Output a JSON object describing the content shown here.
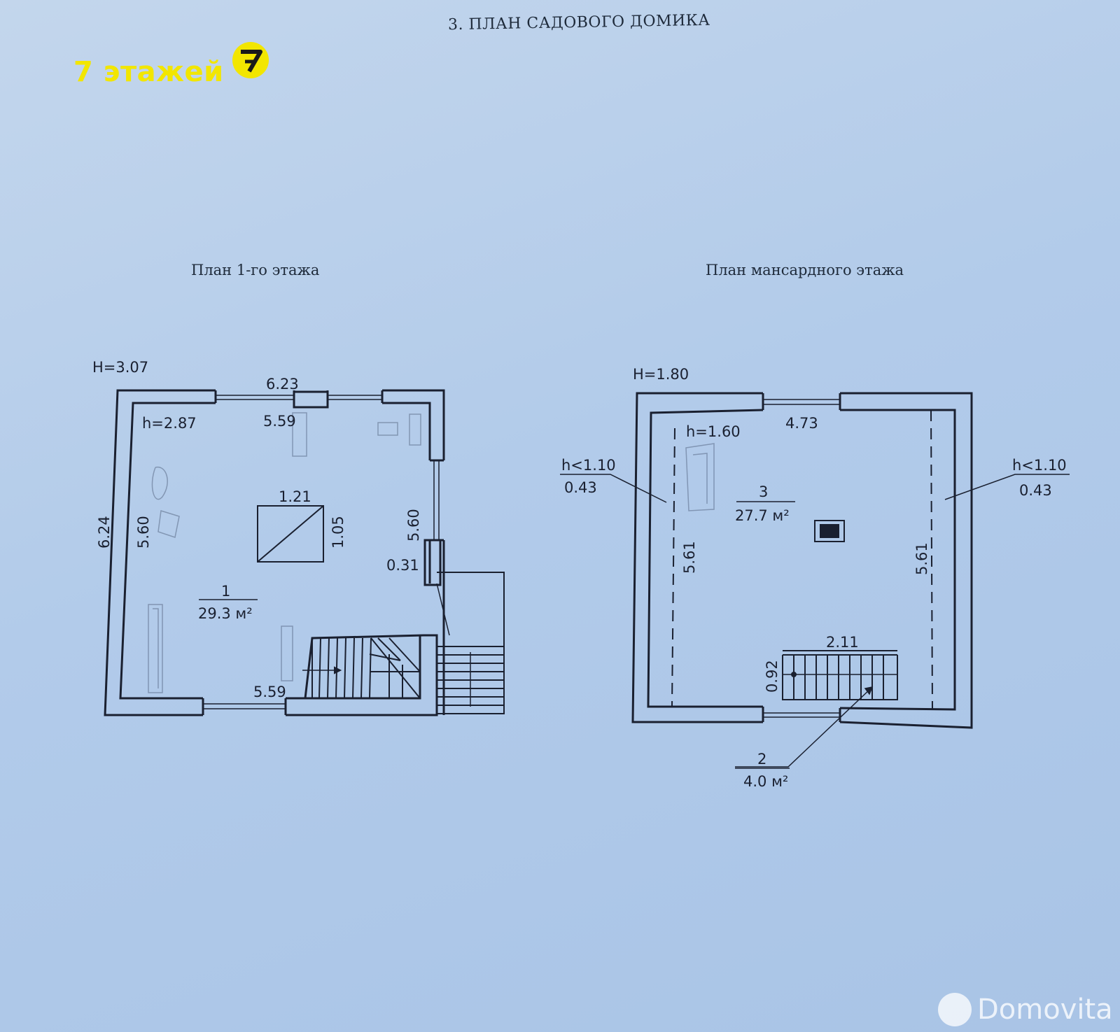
{
  "header": {
    "title": "3. ПЛАН САДОВОГО ДОМИКА",
    "logo_text": "7 этажей",
    "logo_badge": "7"
  },
  "plan1": {
    "caption": "План 1-го этажа",
    "H": "H=3.07",
    "h": "h=2.87",
    "dim_top_outer": "6.23",
    "dim_top_inner": "5.59",
    "dim_left_outer": "6.24",
    "dim_left_inner": "5.60",
    "dim_right_inner": "5.60",
    "dim_bottom_inner": "5.59",
    "opening_w": "1.21",
    "opening_h": "1.05",
    "dim_offset": "0.31",
    "room_number": "1",
    "room_area": "29.3 м²"
  },
  "plan2": {
    "caption": "План мансардного этажа",
    "H": "H=1.80",
    "h": "h=1.60",
    "dim_top": "4.73",
    "left_h_label": "h<1.10",
    "left_h_val": "0.43",
    "right_h_label": "h<1.10",
    "right_h_val": "0.43",
    "dim_left": "5.61",
    "dim_right": "5.61",
    "room3_number": "3",
    "room3_area": "27.7 м²",
    "stair_w": "2.11",
    "stair_h": "0.92",
    "room2_number": "2",
    "room2_area": "4.0 м²"
  },
  "watermark": {
    "text": "Domovita"
  },
  "colors": {
    "background": "#b2cbea",
    "line": "#1a2030",
    "logo": "#f2e600"
  }
}
